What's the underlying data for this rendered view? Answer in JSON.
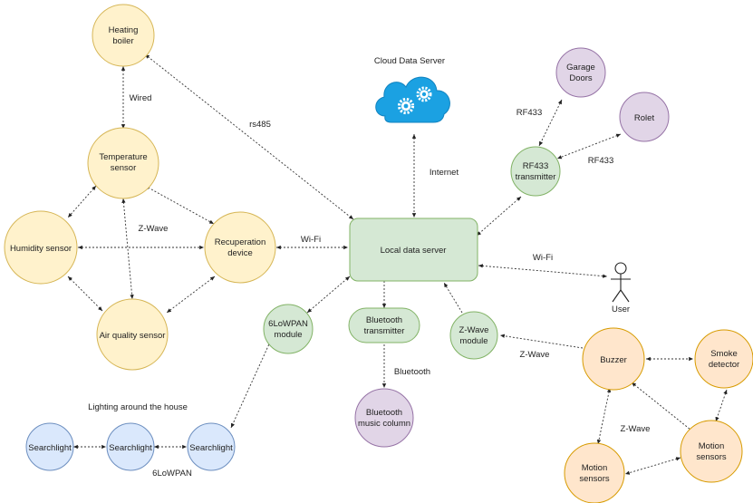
{
  "nodes": {
    "heating_boiler": [
      "Heating",
      "boiler"
    ],
    "temperature_sensor": [
      "Temperature",
      "sensor"
    ],
    "humidity_sensor": [
      "Humidity sensor"
    ],
    "recuperation_device": [
      "Recuperation",
      "device"
    ],
    "air_quality_sensor": [
      "Air quality sensor"
    ],
    "lowpan_module": [
      "6LoWPAN",
      "module"
    ],
    "local_data_server": [
      "Local data server"
    ],
    "cloud_data_server": [
      "Cloud Data Server"
    ],
    "garage_doors": [
      "Garage",
      "Doors"
    ],
    "rolet": [
      "Rolet"
    ],
    "rf433_transmitter": [
      "RF433",
      "transmitter"
    ],
    "bluetooth_transmitter": [
      "Bluetooth",
      "transmitter"
    ],
    "bluetooth_music_column": [
      "Bluetooth",
      "music column"
    ],
    "zwave_module": [
      "Z-Wave",
      "module"
    ],
    "buzzer": [
      "Buzzer"
    ],
    "smoke_detector": [
      "Smoke",
      "detector"
    ],
    "motion_sensors_right": [
      "Motion",
      "sensors"
    ],
    "motion_sensors_left": [
      "Motion",
      "sensors"
    ],
    "searchlight_1": [
      "Searchlight"
    ],
    "searchlight_2": [
      "Searchlight"
    ],
    "searchlight_3": [
      "Searchlight"
    ],
    "user": [
      "User"
    ]
  },
  "labels": {
    "wired": "Wired",
    "rs485": "rs485",
    "z_wave_left": "Z-Wave",
    "wifi_left": "Wi-Fi",
    "internet": "Internet",
    "rf433_top": "RF433",
    "rf433_right": "RF433",
    "wifi_right": "Wi-Fi",
    "bluetooth": "Bluetooth",
    "z_wave_middle": "Z-Wave",
    "z_wave_bottom": "Z-Wave",
    "lighting": "Lighting around the house",
    "lowpan": "6LoWPAN"
  },
  "colors": {
    "yellow": "#fff2cc",
    "green": "#d5e8d4",
    "purple": "#e1d5e7",
    "blue": "#dae8fc",
    "orange": "#ffe6cc",
    "cloud": "#1ba1e2"
  },
  "icons": {
    "cloud": "cloud-gears-icon",
    "user": "user-actor-icon"
  }
}
